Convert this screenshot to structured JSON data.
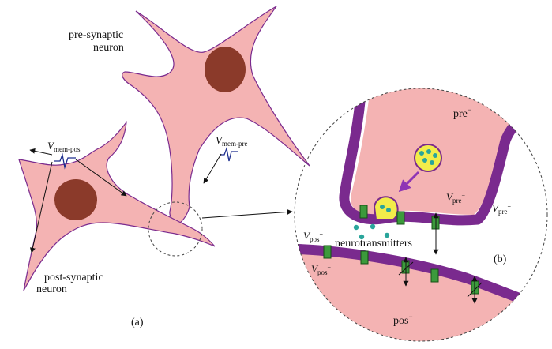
{
  "labels": {
    "pre_neuron_line1": "pre-synaptic",
    "pre_neuron_line2": "neuron",
    "post_neuron_line1": "post-synaptic",
    "post_neuron_line2": "neuron",
    "vmem_pos_main": "V",
    "vmem_pos_sub": "mem-pos",
    "vmem_pre_main": "V",
    "vmem_pre_sub": "mem-pre",
    "panel_a": "(a)",
    "panel_b": "(b)",
    "pre_minus": "pre",
    "pre_minus_sup": "−",
    "pos_minus": "pos",
    "pos_minus_sup": "−",
    "vpre_minus_main": "V",
    "vpre_minus_sub": "pre",
    "vpre_minus_sup": "−",
    "vpre_plus_main": "V",
    "vpre_plus_sub": "pre",
    "vpre_plus_sup": "+",
    "vpos_plus_main": "V",
    "vpos_plus_sub": "pos",
    "vpos_plus_sup": "+",
    "vpos_minus_main": "V",
    "vpos_minus_sub": "pos",
    "vpos_minus_sup": "−",
    "neurotransmitters": "neurotransmitters"
  },
  "colors": {
    "cell_body": "#f4b3b3",
    "nucleus": "#8b3a2a",
    "membrane": "#7a2a8e",
    "channel": "#3c9a3c",
    "vesicle": "#f2ec4a",
    "transmitter": "#2aa59b",
    "arrow": "#8e35b5",
    "spike": "#1d2e8f"
  }
}
